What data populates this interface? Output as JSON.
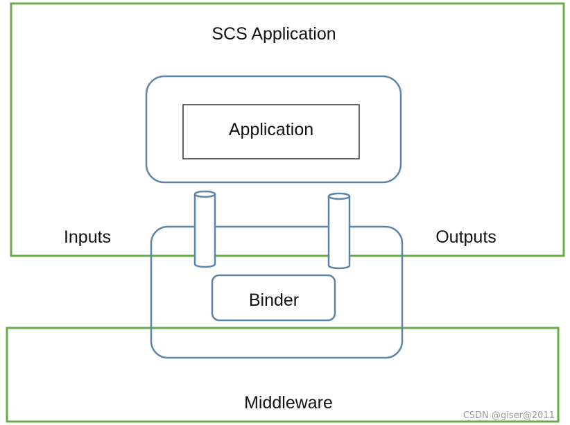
{
  "diagram": {
    "title": "SCS Application",
    "application_label": "Application",
    "inputs_label": "Inputs",
    "outputs_label": "Outputs",
    "binder_label": "Binder",
    "middleware_label": "Middleware",
    "watermark": "CSDN @giser@2011"
  },
  "colors": {
    "green_border": "#6aaa4a",
    "blue_border": "#5b84ad",
    "inner_box_border": "#333333",
    "text": "#111111",
    "watermark": "#9a9a9a"
  }
}
